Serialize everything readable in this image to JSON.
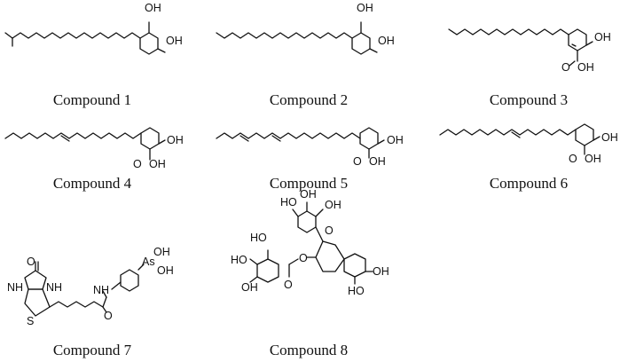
{
  "captions": {
    "c1": "Compound 1",
    "c2": "Compound 2",
    "c3": "Compound 3",
    "c4": "Compound 4",
    "c5": "Compound 5",
    "c6": "Compound 6",
    "c7": "Compound 7",
    "c8": "Compound 8"
  },
  "atoms": {
    "oh": "OH",
    "ho": "HO",
    "o": "O",
    "s": "S",
    "nh": "NH",
    "as": "As"
  }
}
